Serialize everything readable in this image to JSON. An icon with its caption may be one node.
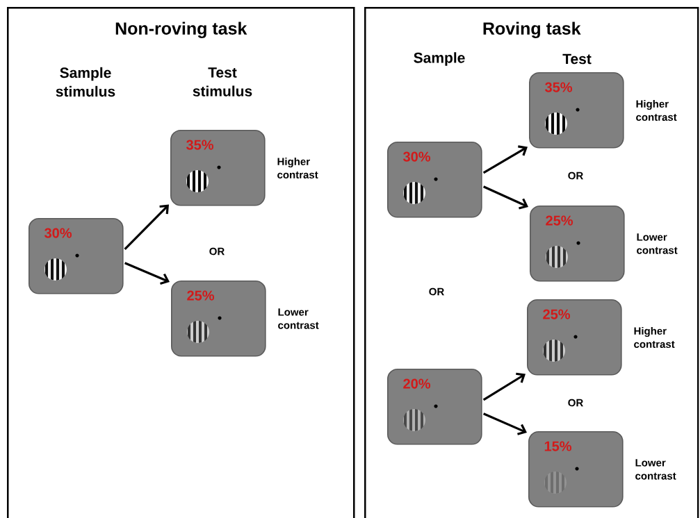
{
  "diagram": {
    "nodes": [
      {
        "text": [
          "Non-roving task"
        ]
      },
      {
        "text": [
          "30%"
        ],
        "in": 0
      },
      {
        "text": [
          "35%"
        ],
        "in": 0,
        "beside": [
          "Higher contrast"
        ]
      },
      {
        "text": [
          "25%"
        ],
        "in": 0,
        "beside": [
          "Lower contrast"
        ]
      },
      {
        "text": [
          "Roving task"
        ]
      },
      {
        "text": [
          "30%"
        ],
        "in": 4
      },
      {
        "text": [
          "35%"
        ],
        "in": 4,
        "beside": [
          "Higher contrast"
        ]
      },
      {
        "text": [
          "25%"
        ],
        "in": 4,
        "beside": [
          "Lower contrast"
        ]
      },
      {
        "text": [
          "20%"
        ],
        "in": 4
      },
      {
        "text": [
          "25%"
        ],
        "in": 4,
        "beside": [
          "Higher contrast"
        ]
      },
      {
        "text": [
          "15%"
        ],
        "in": 4,
        "beside": [
          "Lower contrast"
        ]
      }
    ],
    "edges": [
      {
        "from": 1,
        "to": 2,
        "arrow": "to"
      },
      {
        "from": 1,
        "to": 3,
        "arrow": "to"
      },
      {
        "from": 5,
        "to": 6,
        "arrow": "to"
      },
      {
        "from": 5,
        "to": 7,
        "arrow": "to"
      },
      {
        "from": 8,
        "to": 9,
        "arrow": "to"
      },
      {
        "from": 8,
        "to": 10,
        "arrow": "to"
      }
    ],
    "labels": [
      "Sample stimulus",
      "Test stimulus",
      "OR",
      "Sample",
      "Test",
      "OR",
      "OR",
      "OR"
    ]
  }
}
